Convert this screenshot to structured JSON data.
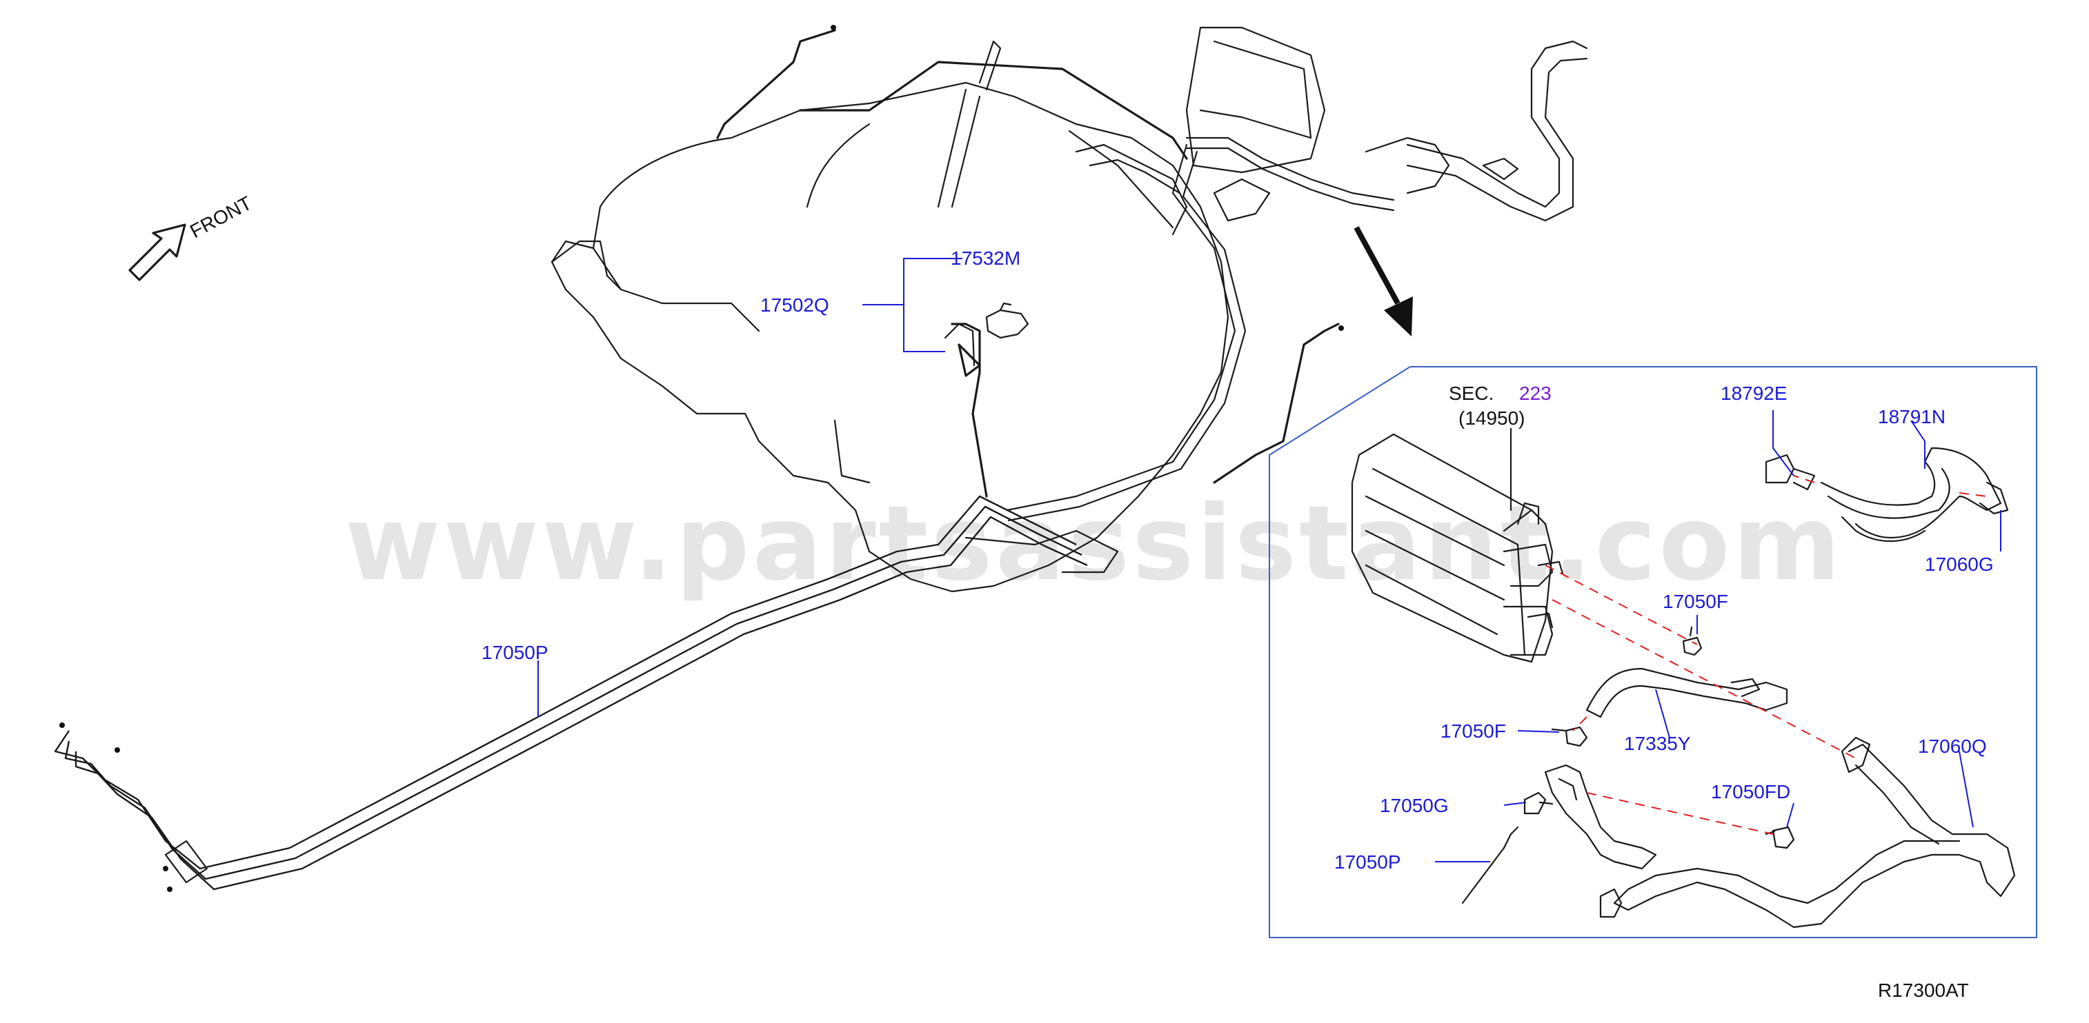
{
  "direction_label": "FRONT",
  "diagram_code": "R17300AT",
  "watermark": "www.partsassistant.com",
  "section_ref": {
    "prefix": "SEC.",
    "number": "223",
    "sub": "(14950)"
  },
  "colors": {
    "part_label": "#1a1ad6",
    "section_number": "#7a1ad6",
    "detail_box": "#3a5fc0",
    "hidden_line": "#e02020"
  },
  "parts": {
    "p17532M": "17532M",
    "p17502Q": "17502Q",
    "p17050P_main": "17050P",
    "p18792E": "18792E",
    "p18791N": "18791N",
    "p17060G": "17060G",
    "p17050F_upper": "17050F",
    "p17050F_lower": "17050F",
    "p17335Y": "17335Y",
    "p17060Q": "17060Q",
    "p17050G": "17050G",
    "p17050FD": "17050FD",
    "p17050P_detail": "17050P"
  }
}
